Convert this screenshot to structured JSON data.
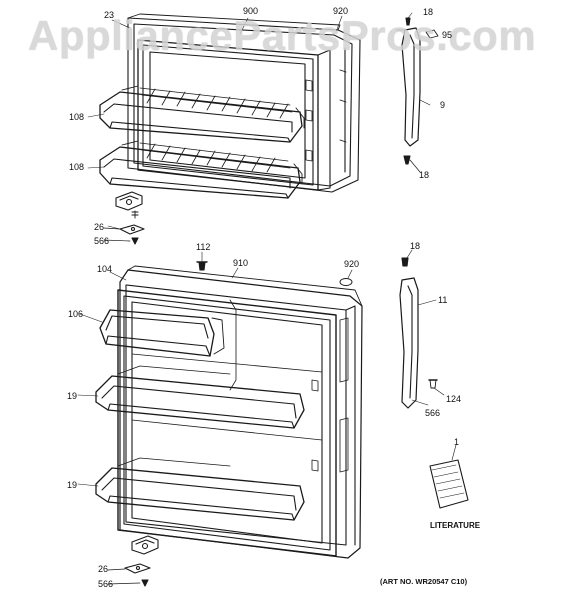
{
  "watermark": "AppliancePartsPros.com",
  "callouts": {
    "c23": "23",
    "c900": "900",
    "c920_top": "920",
    "c18_a": "18",
    "c95": "95",
    "c9": "9",
    "c18_b": "18",
    "c108_a": "108",
    "c108_b": "108",
    "c26_a": "26",
    "c566_a": "566",
    "c112": "112",
    "c910": "910",
    "c920_mid": "920",
    "c18_c": "18",
    "c104": "104",
    "c11": "11",
    "c106": "106",
    "c124": "124",
    "c566_b": "566",
    "c19_a": "19",
    "c1": "1",
    "c19_b": "19",
    "c26_b": "26",
    "c566_c": "566"
  },
  "literature_label": "LITERATURE",
  "art_number": "(ART NO. WR20547 C10)"
}
